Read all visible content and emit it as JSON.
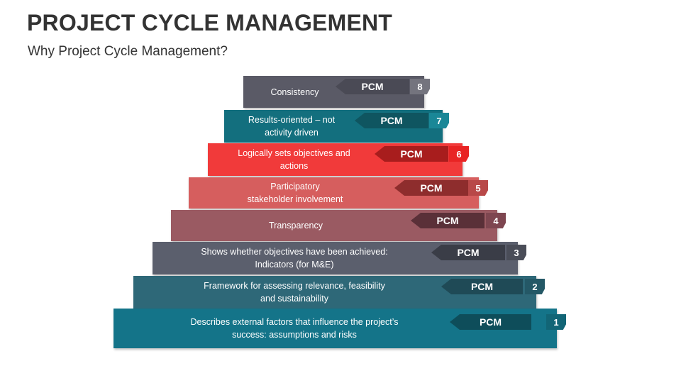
{
  "title": "PROJECT CYCLE MANAGEMENT",
  "subtitle": "Why Project Cycle Management?",
  "steps": [
    {
      "label": "Consistency",
      "tag": "PCM",
      "num": "8",
      "bar_color": "#5a5a66",
      "tag_color": "#4a4a55",
      "num_color": "#74747e"
    },
    {
      "label": "Results-oriented – not\nactivity driven",
      "tag": "PCM",
      "num": "7",
      "bar_color": "#136f7e",
      "tag_color": "#0f5560",
      "num_color": "#1a8797"
    },
    {
      "label": "Logically sets objectives and\nactions",
      "tag": "PCM",
      "num": "6",
      "bar_color": "#f13a3a",
      "tag_color": "#a81d1d",
      "num_color": "#e82424"
    },
    {
      "label": "Participatory\nstakeholder involvement",
      "tag": "PCM",
      "num": "5",
      "bar_color": "#d65e5e",
      "tag_color": "#8e2d2d",
      "num_color": "#b84848"
    },
    {
      "label": "Transparency",
      "tag": "PCM",
      "num": "4",
      "bar_color": "#9a5a62",
      "tag_color": "#5a3038",
      "num_color": "#7e4650"
    },
    {
      "label": "Shows whether objectives have been achieved:\nIndicators (for M&E)",
      "tag": "PCM",
      "num": "3",
      "bar_color": "#5b5f6d",
      "tag_color": "#3a3d47",
      "num_color": "#4a4d58"
    },
    {
      "label": "Framework for assessing relevance, feasibility\nand sustainability",
      "tag": "PCM",
      "num": "2",
      "bar_color": "#2e6878",
      "tag_color": "#1f4a56",
      "num_color": "#245866"
    },
    {
      "label": "Describes external factors that influence the project’s\nsuccess: assumptions and risks",
      "tag": "PCM",
      "num": "1",
      "bar_color": "#147489",
      "tag_color": "#0e4d5a",
      "num_color": "#126576"
    }
  ]
}
